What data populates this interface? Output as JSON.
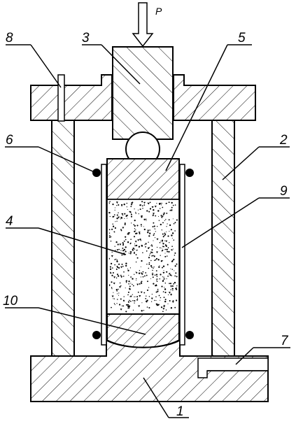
{
  "figure": {
    "force_label": "P",
    "parts": [
      {
        "id": "1",
        "label": "1"
      },
      {
        "id": "2",
        "label": "2"
      },
      {
        "id": "3",
        "label": "3"
      },
      {
        "id": "4",
        "label": "4"
      },
      {
        "id": "5",
        "label": "5"
      },
      {
        "id": "6",
        "label": "6"
      },
      {
        "id": "7",
        "label": "7"
      },
      {
        "id": "8",
        "label": "8"
      },
      {
        "id": "9",
        "label": "9"
      },
      {
        "id": "10",
        "label": "10"
      }
    ]
  }
}
